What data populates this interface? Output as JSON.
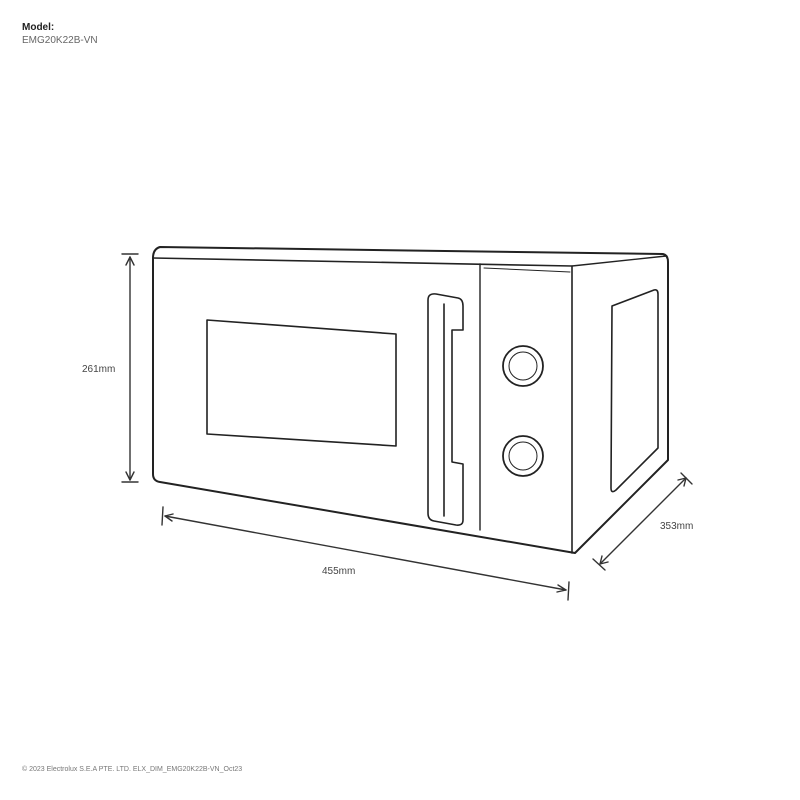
{
  "header": {
    "model_label": "Model:",
    "model_value": "EMG20K22B-VN"
  },
  "dimensions": {
    "height": "261mm",
    "width": "455mm",
    "depth": "353mm"
  },
  "footer": {
    "copyright": "© 2023 Electrolux S.E.A PTE. LTD. ELX_DIM_EMG20K22B-VN_Oct23"
  }
}
